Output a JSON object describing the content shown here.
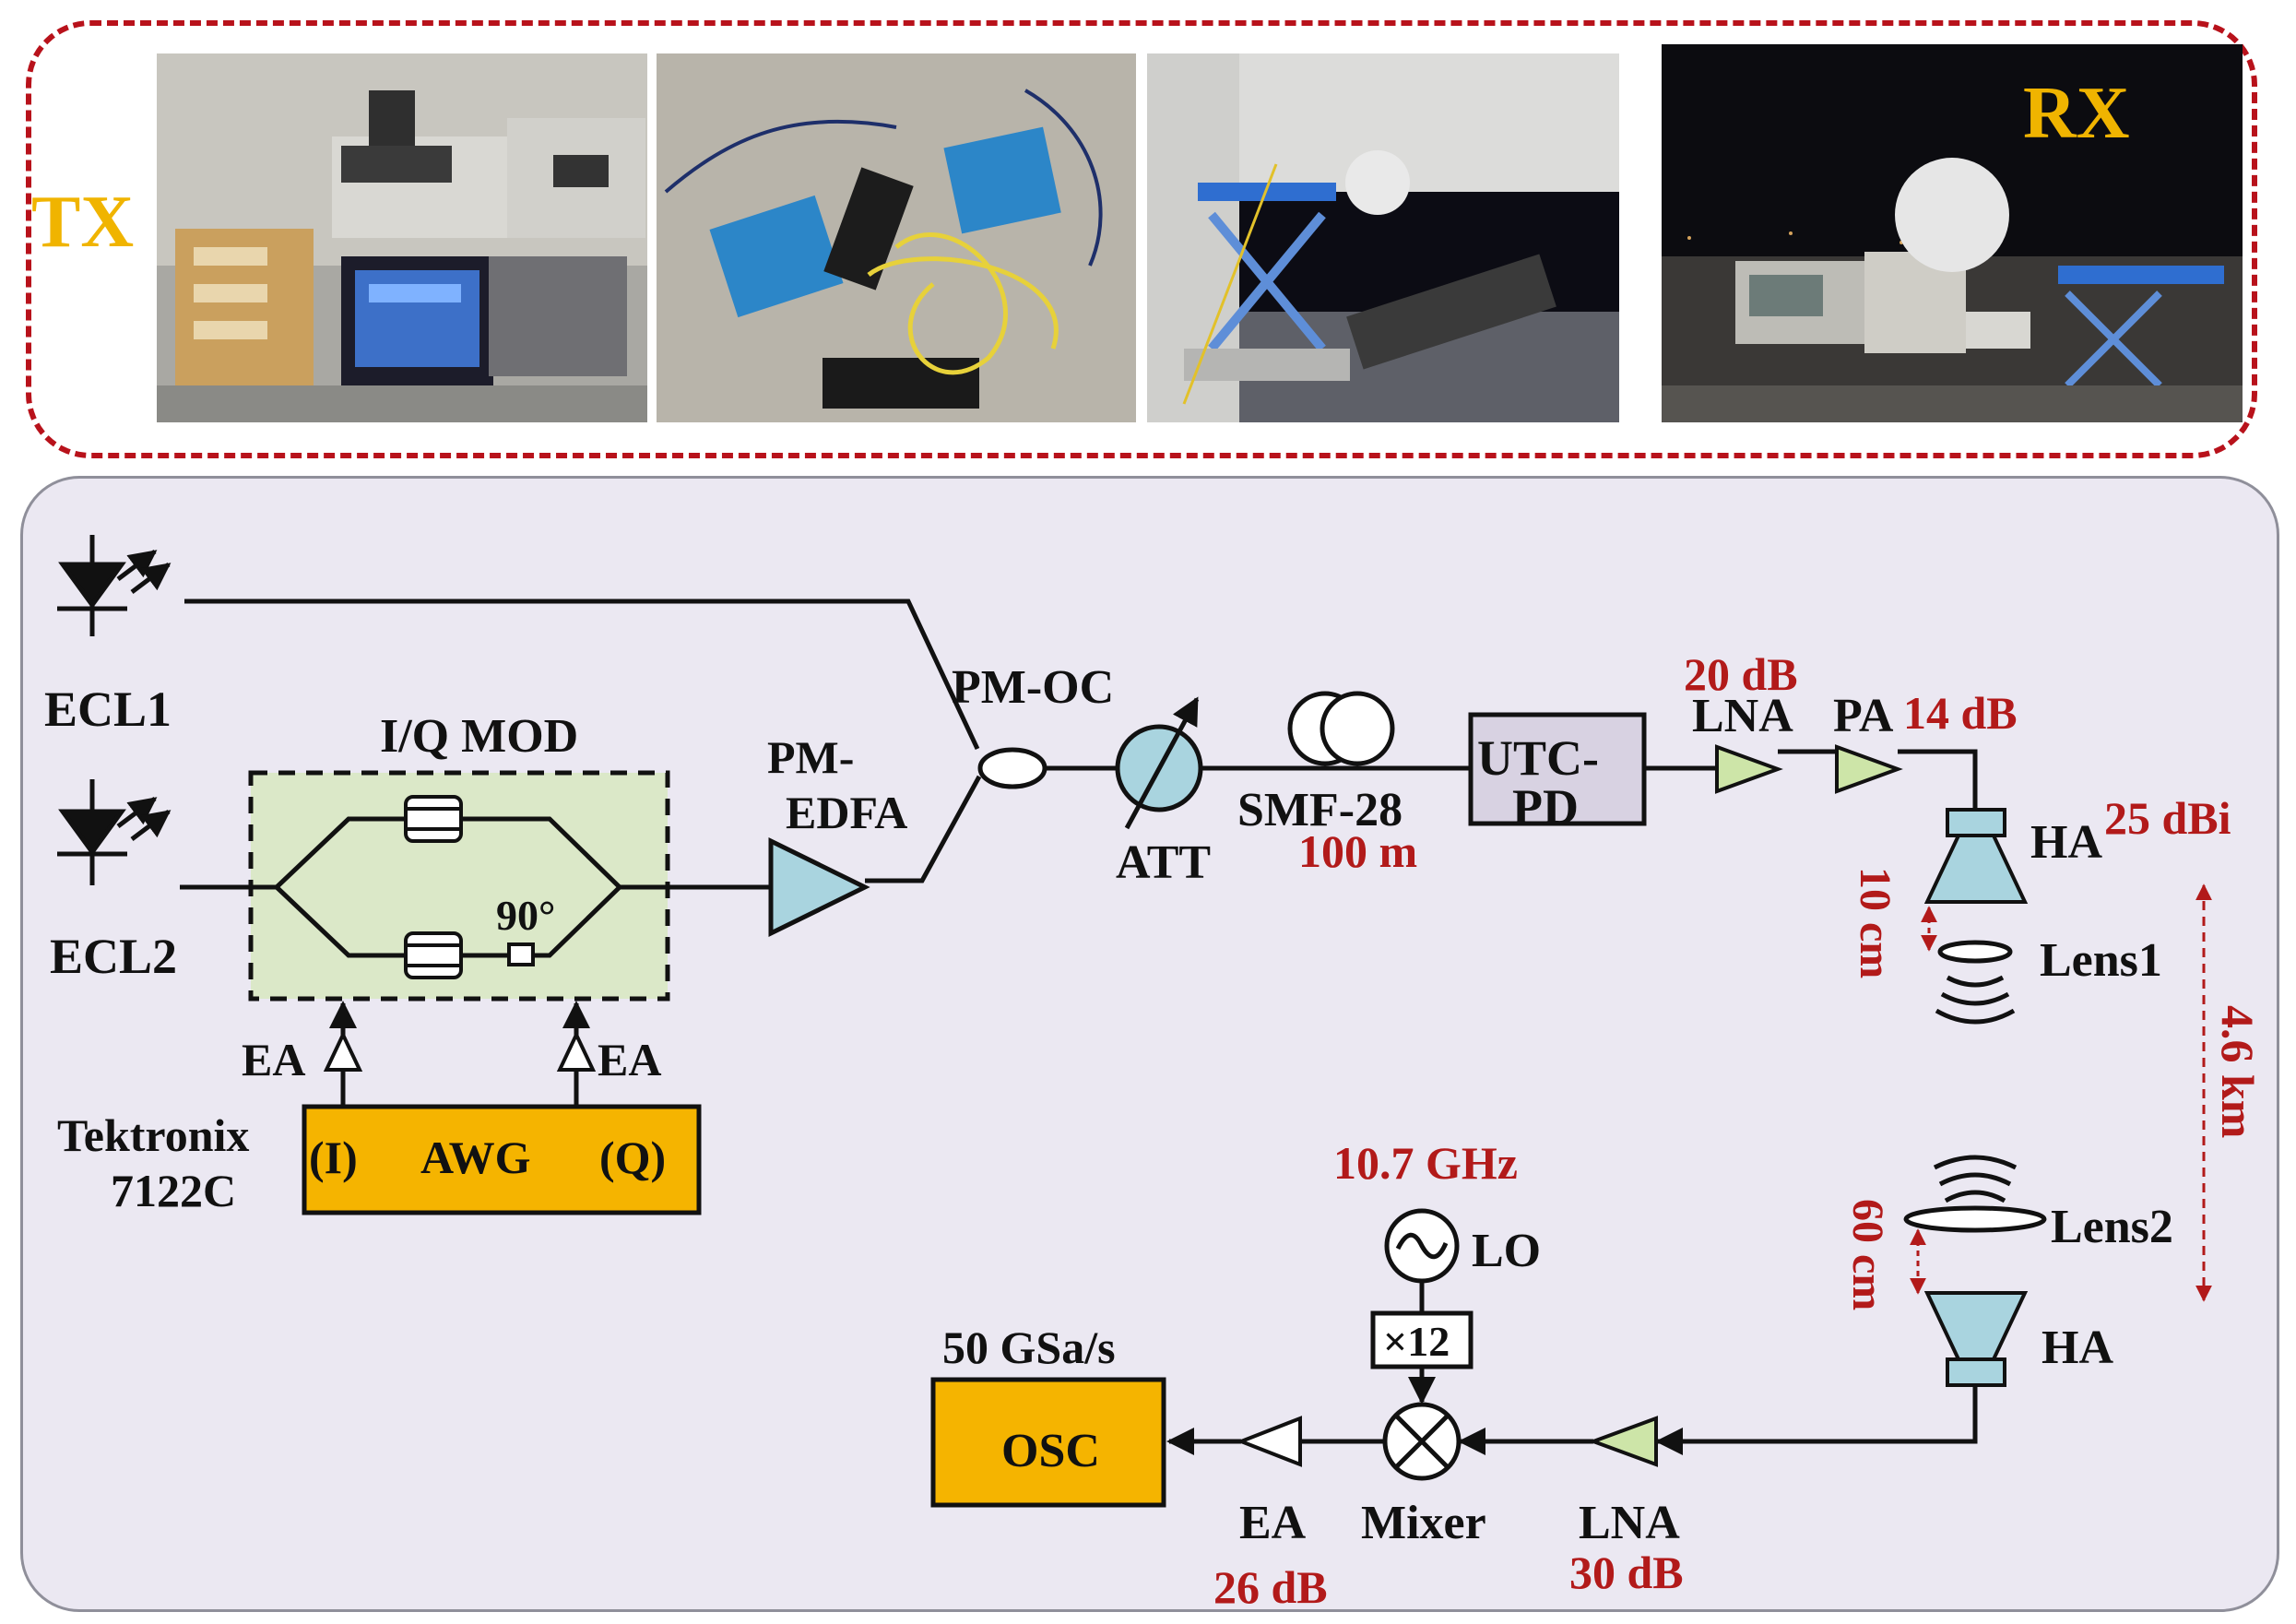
{
  "photos": {
    "tx_label": "TX",
    "rx_label": "RX"
  },
  "diagram": {
    "sources": {
      "ecl1": "ECL1",
      "ecl2": "ECL2"
    },
    "modulator": {
      "title": "I/Q MOD",
      "phase": "90°"
    },
    "drivers": {
      "ea_left": "EA",
      "ea_right": "EA"
    },
    "awg": {
      "vendor_line1": "Tektronix",
      "vendor_line2": "7122C",
      "in_i": "(I)",
      "label": "AWG",
      "in_q": "(Q)"
    },
    "edfa": {
      "line1": "PM-",
      "line2": "EDFA"
    },
    "coupler": "PM-OC",
    "attenuator": "ATT",
    "fiber": {
      "name": "SMF-28",
      "length": "100 m"
    },
    "photodiode": {
      "line1": "UTC-",
      "line2": "PD"
    },
    "tx_chain": {
      "lna_label": "LNA",
      "lna_gain": "20 dB",
      "pa_label": "PA",
      "pa_gain": "14 dB"
    },
    "tx_horn": {
      "label": "HA",
      "gain": "25 dBi"
    },
    "lens1": {
      "label": "Lens1",
      "spacing": "10 cm"
    },
    "link_distance": "4.6 km",
    "lens2": {
      "label": "Lens2",
      "spacing": "60 cm"
    },
    "rx_horn": {
      "label": "HA"
    },
    "rx_chain": {
      "lna_label": "LNA",
      "lna_gain": "30 dB",
      "mixer_label": "Mixer",
      "lo_label": "LO",
      "lo_freq": "10.7 GHz",
      "multiplier": "×12",
      "ea_label": "EA",
      "ea_gain": "26 dB",
      "osc_label": "OSC",
      "osc_rate": "50 GSa/s"
    }
  },
  "colors": {
    "accent_red": "#b21a1a",
    "tx_rx_label": "#f0b400",
    "awg_osc_fill": "#f5b400",
    "modulator_fill": "#dbe8c8",
    "amplifier_fill": "#a9d4df",
    "photodiode_fill": "#d8d2e2",
    "panel_fill": "#ebe8f2"
  }
}
